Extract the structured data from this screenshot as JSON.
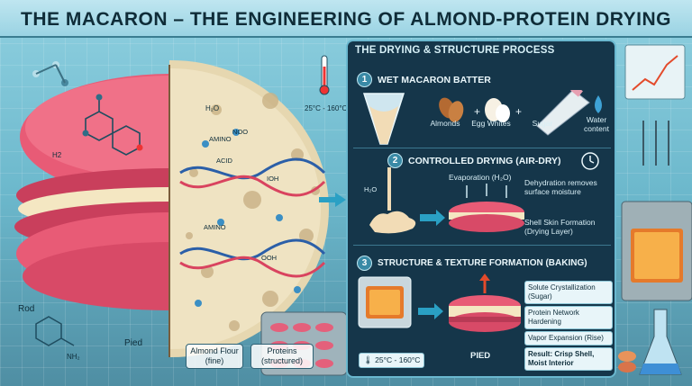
{
  "title": "THE MACARON – THE ENGINEERING OF ALMOND-PROTEIN DRYING",
  "illustration": {
    "labels": {
      "rod": "Rod",
      "pied": "Pied",
      "h2o": "H₂O",
      "h2": "H2",
      "nh2": "NH₂",
      "temp": "25°C - 160°C",
      "amino": "AMINO",
      "acid": "ACID",
      "noo": "NOO",
      "ioh": "IOH",
      "ooh": "OOH"
    },
    "callouts": {
      "almond_flour": "Almond Flour (fine)",
      "proteins": "Proteins (structured)"
    }
  },
  "panel": {
    "title": "THE DRYING & STRUCTURE PROCESS",
    "step1": {
      "num": "1",
      "title": "WET MACARON BATTER",
      "ingredients": [
        "Almonds",
        "Egg Whites",
        "Sugar",
        "Water content"
      ],
      "plus": "+"
    },
    "step2": {
      "num": "2",
      "title": "CONTROLLED DRYING (AIR-DRY)",
      "evaporation": "Evaporation (H₂O)",
      "dehydration": "Dehydration removes surface moisture",
      "skin": "Shell Skin Formation (Drying Layer)",
      "batter_h2o": "H₂O"
    },
    "step3": {
      "num": "3",
      "title": "STRUCTURE & TEXTURE FORMATION (BAKING)",
      "solute": "Solute Crystallization (Sugar)",
      "protein": "Protein Network Hardening",
      "vapor": "Vapor Expansion (Rise)",
      "result": "Result: Crisp Shell, Moist Interior",
      "pied": "PIED",
      "temp": "25°C - 160°C"
    }
  },
  "colors": {
    "accent": "#3a8aa6",
    "panel": "#15364a",
    "macaron": "#e9506c",
    "filling": "#f4e7c2"
  }
}
